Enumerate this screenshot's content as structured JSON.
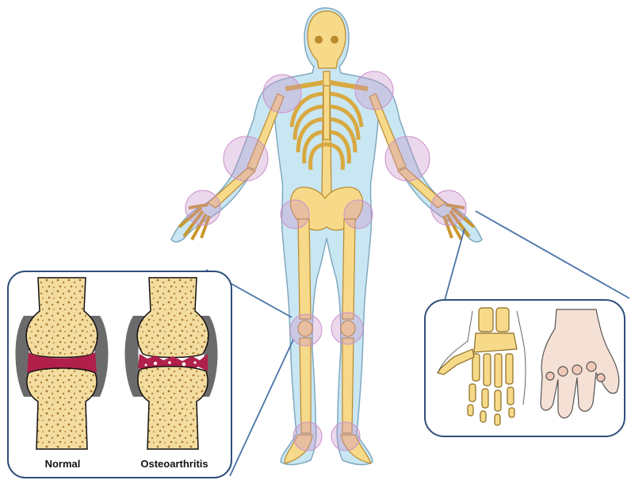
{
  "labels": {
    "normal": "Normal",
    "osteoarthritis": "Osteoarthritis"
  },
  "colors": {
    "skin": "#c9e6f3",
    "skin_outline": "#7fa9bf",
    "bone": "#f7d98a",
    "bone_outline": "#b98a2e",
    "joint_highlight": "#c98fc9",
    "cartilage": "#b0204a",
    "capsule": "#6b6b6b",
    "callout_line": "#4a74a8",
    "hand_skin": "#f5e0d5"
  },
  "joints_highlighted": [
    "shoulder-left",
    "shoulder-right",
    "elbow-left",
    "elbow-right",
    "wrist-left",
    "wrist-right",
    "hip-left",
    "hip-right",
    "knee-left",
    "knee-right",
    "ankle-left",
    "ankle-right"
  ]
}
